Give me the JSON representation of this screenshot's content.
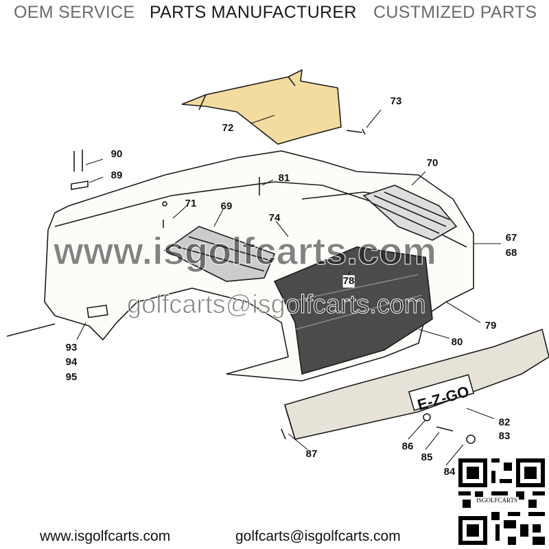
{
  "header": {
    "left": "OEM SERVICE",
    "center": "PARTS MANUFACTURER",
    "right": "CUSTMIZED PARTS"
  },
  "diagram": {
    "bumper_logo": "E-Z-GO",
    "callouts": [
      "73",
      "72",
      "90",
      "89",
      "81",
      "70",
      "71",
      "69",
      "74",
      "67",
      "68",
      "78",
      "79",
      "80",
      "93",
      "94",
      "95",
      "82",
      "83",
      "86",
      "85",
      "87",
      "84"
    ]
  },
  "watermark": {
    "site": "www.isgolfcarts.com",
    "email": "golfcarts@isgolfcarts.com"
  },
  "qr": {
    "caption": "ISGOLFCARTS"
  },
  "footer": {
    "website": "www.isgolfcarts.com",
    "email": "golfcarts@isgolfcarts.com"
  },
  "colors": {
    "panel": "#f3dca0",
    "ink": "#1a1a1a"
  }
}
